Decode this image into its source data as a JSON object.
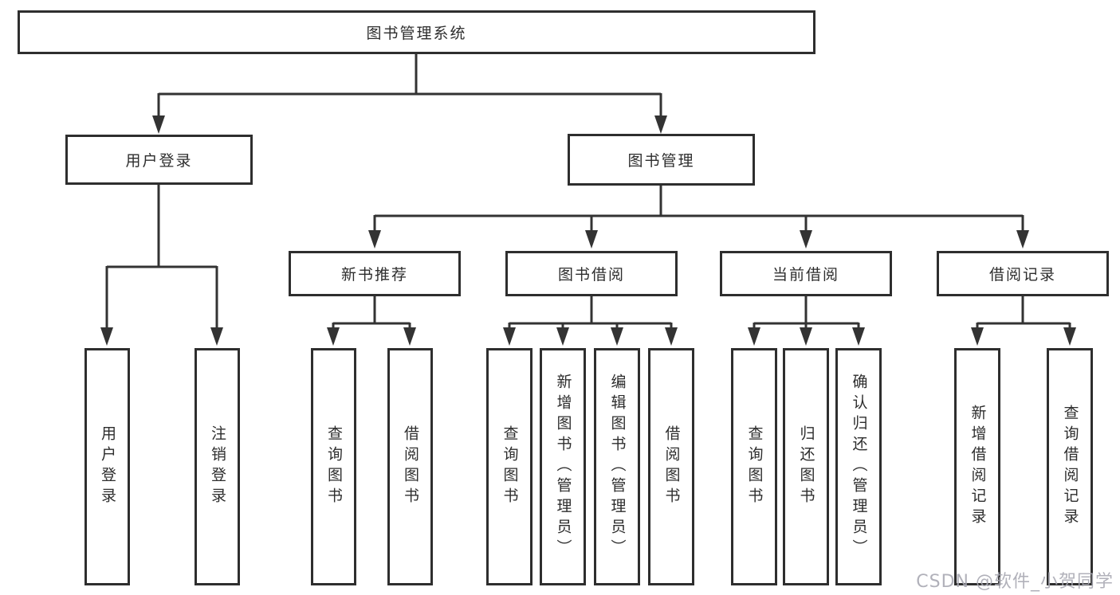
{
  "diagram": {
    "title": "图书管理系统",
    "tree": {
      "label": "图书管理系统",
      "children": [
        {
          "label": "用户登录",
          "children": [
            {
              "label": "用户登录"
            },
            {
              "label": "注销登录"
            }
          ]
        },
        {
          "label": "图书管理",
          "children": [
            {
              "label": "新书推荐",
              "children": [
                {
                  "label": "查询图书"
                },
                {
                  "label": "借阅图书"
                }
              ]
            },
            {
              "label": "图书借阅",
              "children": [
                {
                  "label": "查询图书"
                },
                {
                  "label": "新增图书（管理员）"
                },
                {
                  "label": "编辑图书（管理员）"
                },
                {
                  "label": "借阅图书"
                }
              ]
            },
            {
              "label": "当前借阅",
              "children": [
                {
                  "label": "查询图书"
                },
                {
                  "label": "归还图书"
                },
                {
                  "label": "确认归还（管理员）"
                }
              ]
            },
            {
              "label": "借阅记录",
              "children": [
                {
                  "label": "新增借阅记录"
                },
                {
                  "label": "查询借阅记录"
                }
              ]
            }
          ]
        }
      ]
    },
    "watermark": "CSDN @软件_小贺同学",
    "colors": {
      "line": "#333333",
      "box_border": "#2e2e2e",
      "text": "#2d2d2d",
      "background": "#ffffff",
      "watermark": "#a8a8b2"
    }
  }
}
